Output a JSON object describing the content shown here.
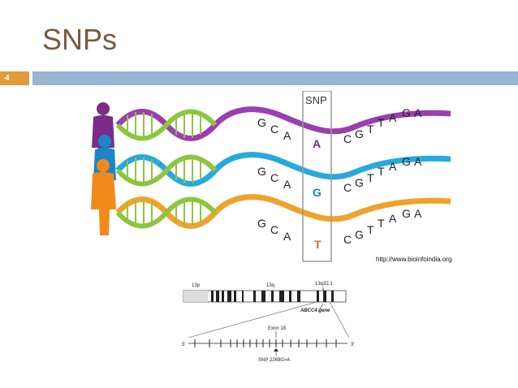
{
  "slide": {
    "title": "SNPs",
    "number": "4",
    "credit": "http://www.bioinfoindia.org"
  },
  "top_figure": {
    "snp_header": "SNP",
    "rows": [
      {
        "left": [
          "G",
          "C",
          "A"
        ],
        "snp": "A",
        "right": [
          "C",
          "G",
          "T",
          "T",
          "A",
          "G",
          "A"
        ],
        "snp_color": "#7b2c86",
        "ribbon_color": "#9b3fb0"
      },
      {
        "left": [
          "G",
          "C",
          "A"
        ],
        "snp": "G",
        "right": [
          "C",
          "G",
          "T",
          "T",
          "A",
          "G",
          "A"
        ],
        "snp_color": "#1a86c8",
        "ribbon_color": "#27a9de"
      },
      {
        "left": [
          "G",
          "C",
          "A"
        ],
        "snp": "T",
        "right": [
          "C",
          "G",
          "T",
          "T",
          "A",
          "G",
          "A"
        ],
        "snp_color": "#e0661a",
        "ribbon_color": "#f0a22a"
      }
    ],
    "people_colors": [
      "#7b2c86",
      "#1a86c8",
      "#f08a1a"
    ],
    "helix_green": "#8cc63f"
  },
  "bottom_figure": {
    "label_13p": "13p",
    "label_13q": "13q",
    "band_label": "13q32.1",
    "gene_label": "ABCC4 gene",
    "exon_label": "Exon 18",
    "five_prime": "5'",
    "three_prime": "3'",
    "snp_label": "SNP 2269G>A"
  }
}
